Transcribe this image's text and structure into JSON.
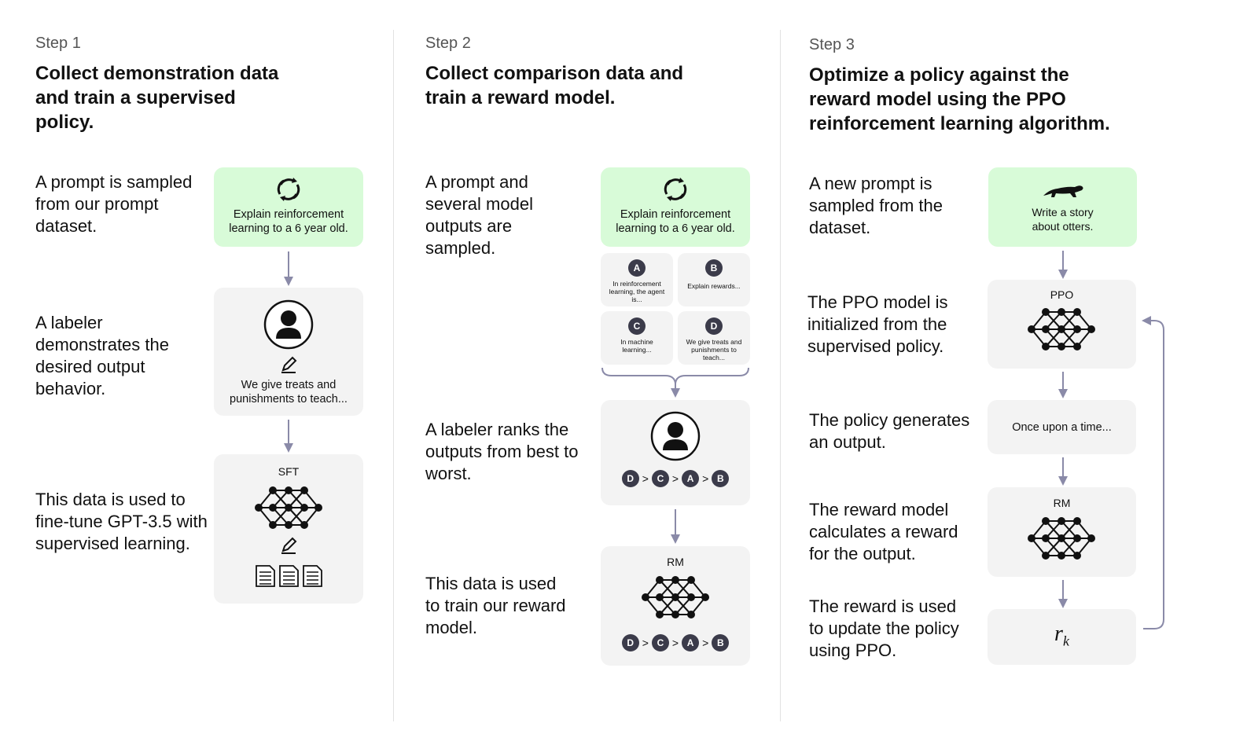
{
  "step1": {
    "label": "Step 1",
    "title": "Collect demonstration data and train a supervised policy.",
    "desc1": "A prompt is sampled from our prompt dataset.",
    "prompt": "Explain reinforcement learning to a 6 year old.",
    "desc2": "A labeler demonstrates the desired output behavior.",
    "demo": "We give treats and punishments to teach...",
    "desc3": "This data is used to fine-tune GPT-3.5 with supervised learning.",
    "model_label": "SFT"
  },
  "step2": {
    "label": "Step 2",
    "title": "Collect comparison data and train a reward model.",
    "desc1": "A prompt and several model outputs are sampled.",
    "prompt": "Explain reinforcement learning to a 6 year old.",
    "outputs": [
      {
        "letter": "A",
        "text": "In reinforcement learning, the agent is..."
      },
      {
        "letter": "B",
        "text": "Explain rewards..."
      },
      {
        "letter": "C",
        "text": "In machine learning..."
      },
      {
        "letter": "D",
        "text": "We give treats and punishments to teach..."
      }
    ],
    "desc2": "A labeler ranks the outputs from best to worst.",
    "ranking": [
      "D",
      "C",
      "A",
      "B"
    ],
    "desc3": "This data is used to train our reward model.",
    "model_label": "RM",
    "gt": ">"
  },
  "step3": {
    "label": "Step 3",
    "title": "Optimize a policy against the reward model using the PPO reinforcement learning algorithm.",
    "desc1": "A new prompt is sampled from the dataset.",
    "prompt": "Write a story about otters.",
    "desc2": "The PPO model is initialized from the supervised policy.",
    "ppo_label": "PPO",
    "desc3": "The policy generates an output.",
    "output": "Once upon a time...",
    "desc4": "The reward model calculates a reward for the output.",
    "rm_label": "RM",
    "desc5": "The reward is used to update the policy using PPO.",
    "reward_symbol": "r",
    "reward_sub": "k"
  },
  "colors": {
    "green_box": "#d8fbd8",
    "gray_box": "#f3f3f3",
    "arrow": "#8a8aa8",
    "circle": "#3b3b4a"
  }
}
